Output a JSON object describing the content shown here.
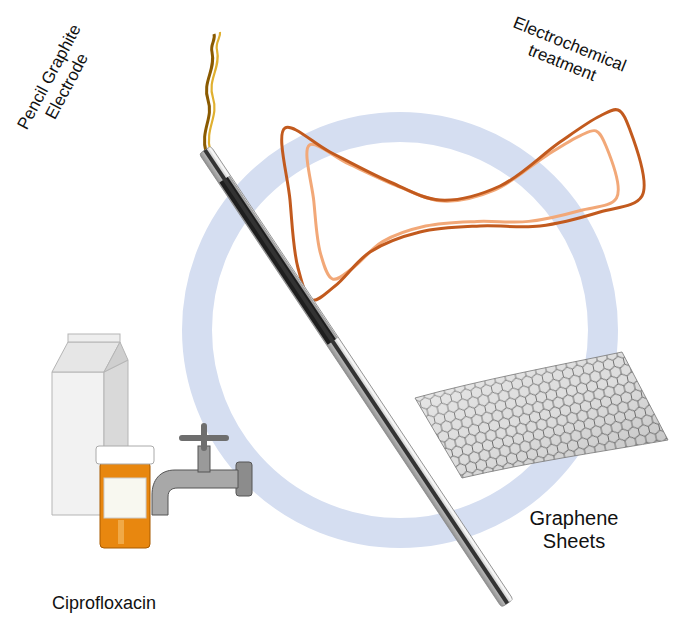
{
  "diagram": {
    "labels": [
      "Pencil Graphite Electrode",
      "Electrochemical treatment",
      "Graphene Sheets",
      "Ciprofloxacin"
    ]
  }
}
